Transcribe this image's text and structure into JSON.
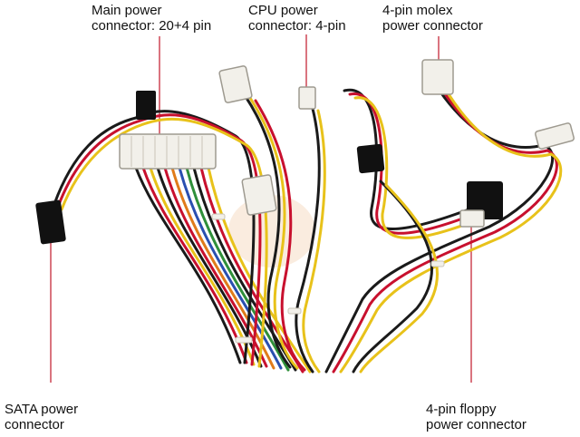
{
  "labels": {
    "main": {
      "line1": "Main power",
      "line2": "connector: 20+4 pin"
    },
    "cpu": {
      "line1": "CPU power",
      "line2": "connector: 4-pin"
    },
    "molex": {
      "line1": "4-pin molex",
      "line2": "power connector"
    },
    "sata": {
      "line1": "SATA power",
      "line2": "connector"
    },
    "floppy": {
      "line1": "4-pin floppy",
      "line2": "power connector"
    }
  },
  "colors": {
    "leader": "#c0182a",
    "wire_black": "#1a1a1a",
    "wire_red": "#c8102e",
    "wire_yellow": "#e8c21a",
    "wire_orange": "#e07b1a",
    "wire_blue": "#2a4fb0",
    "wire_green": "#2f8f3a",
    "connector_white": "#f2f0ea",
    "connector_black": "#111111"
  }
}
